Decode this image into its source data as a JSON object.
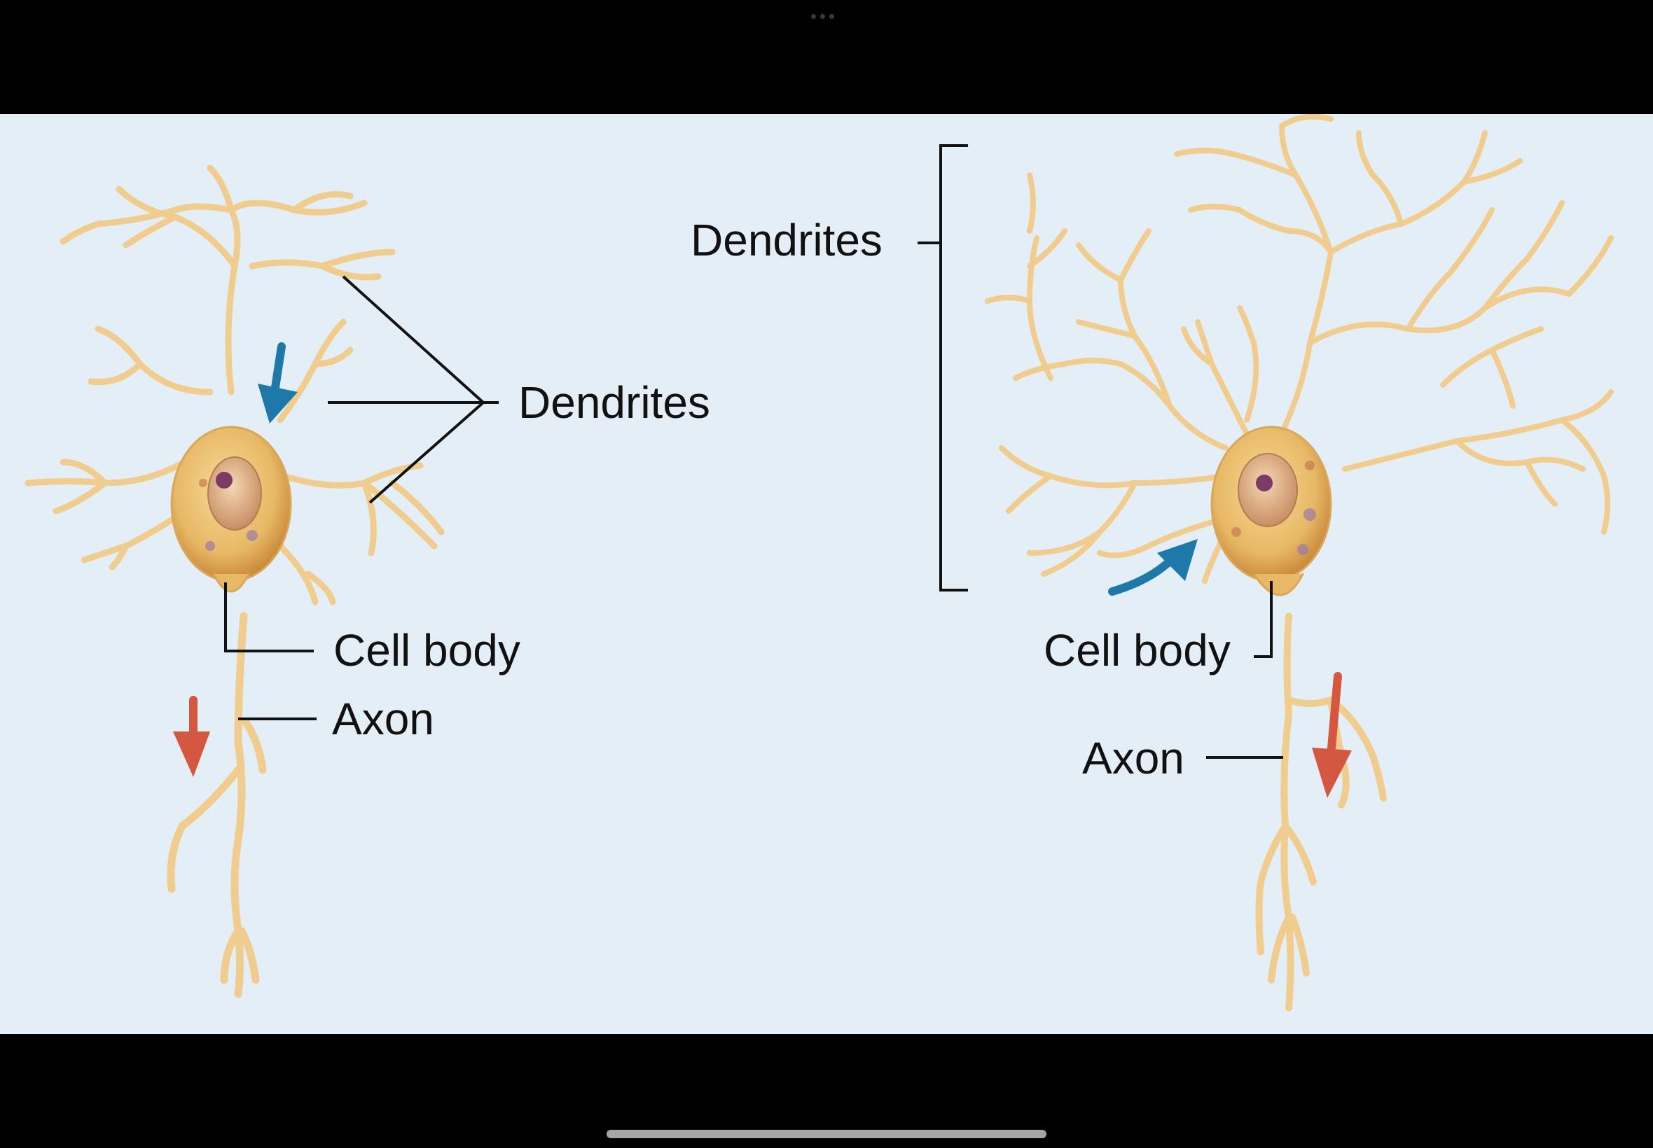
{
  "labels": {
    "left_dendrites": "Dendrites",
    "left_cell_body": "Cell body",
    "left_axon": "Axon",
    "right_dendrites": "Dendrites",
    "right_cell_body": "Cell body",
    "right_axon": "Axon"
  },
  "colors": {
    "background": "#e3eef7",
    "neuron": "#f2cf8f",
    "input_arrow": "#1e78a8",
    "output_arrow": "#d4583f"
  }
}
